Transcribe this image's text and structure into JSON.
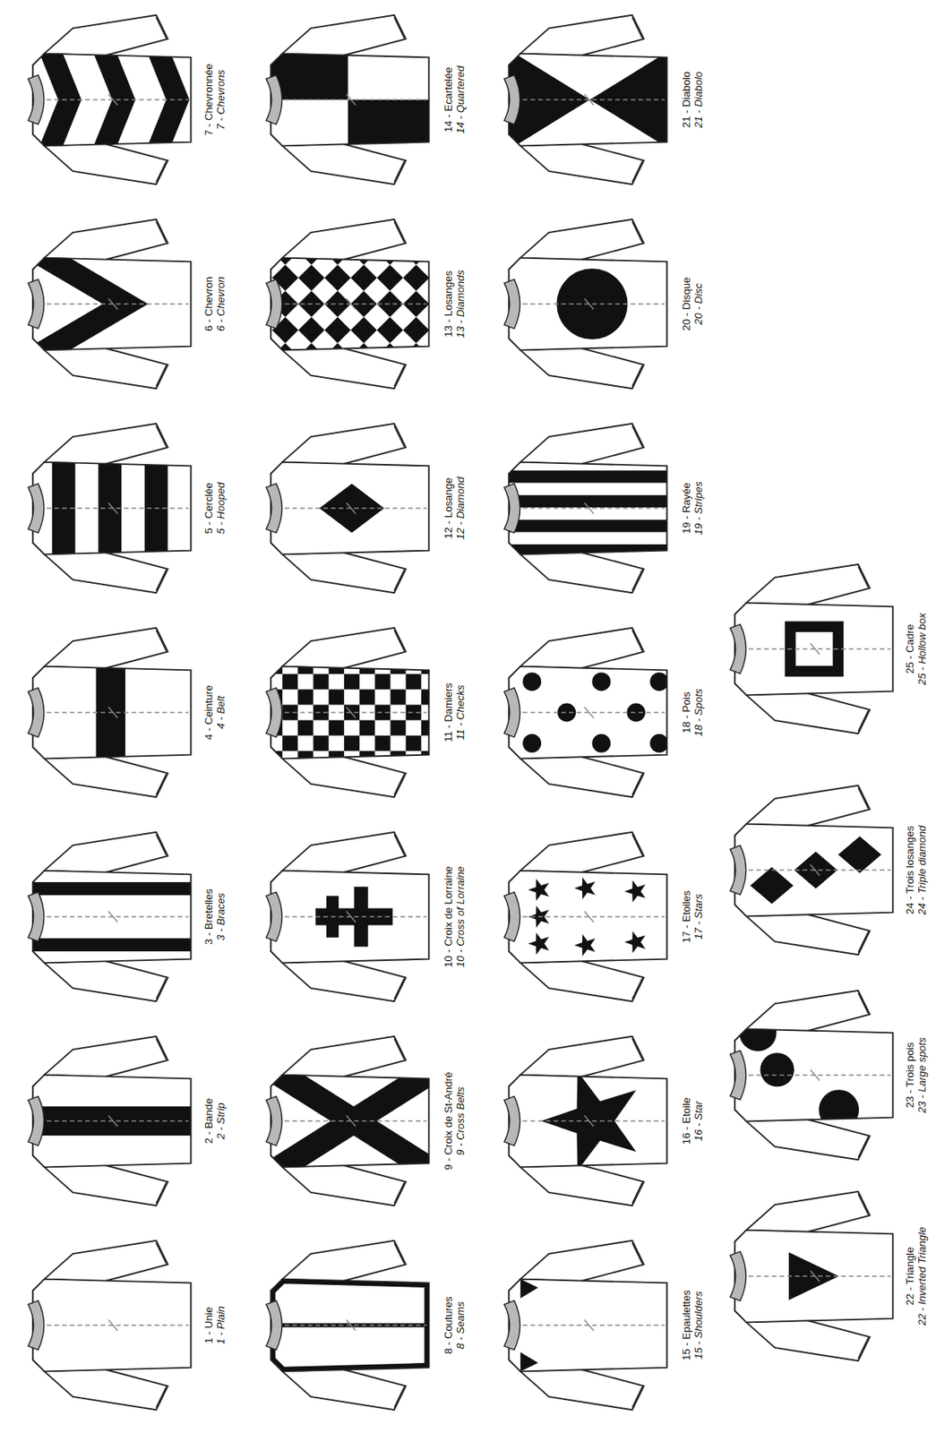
{
  "diagram": {
    "labels": [
      "1 - Unie",
      "1 - Plain",
      "2 - Bande",
      "2 - Strip",
      "3 - Bretelles",
      "3 - Braces",
      "4 - Ceinture",
      "4 - Belt",
      "5 - Cerclée",
      "5 - Hooped",
      "6 - Chevron",
      "6 - Chevron",
      "7 - Chevronnée",
      "7 - Chevrons",
      "8 - Coutures",
      "8 - Seams",
      "9 - Croix de St-André",
      "9 - Cross Belts",
      "10 - Croix de Lorraine",
      "10 - Cross of Lorraine",
      "11 - Damiers",
      "11 - Checks",
      "12 - Losange",
      "12 - Diamond",
      "13 - Losanges",
      "13 - Diamonds",
      "14 - Ecartelée",
      "14 - Quartered",
      "15 - Epaulettes",
      "15 - Shoulders",
      "16 - Etoile",
      "16 - Star",
      "17 - Etoiles",
      "17 - Stars",
      "18 - Pois",
      "18 - Spots",
      "19 - Rayée",
      "19 - Stripes",
      "20 - Disque",
      "20 - Disc",
      "21 - Diabolo",
      "21 - Diabolo",
      "22 - Triangle",
      "22 - Inverted Triangle",
      "23 - Trois pois",
      "23 - Large spots",
      "24 - Trois losanges",
      "24 - Triple diamond",
      "25 - Cadre",
      "25 - Hollow box"
    ]
  }
}
